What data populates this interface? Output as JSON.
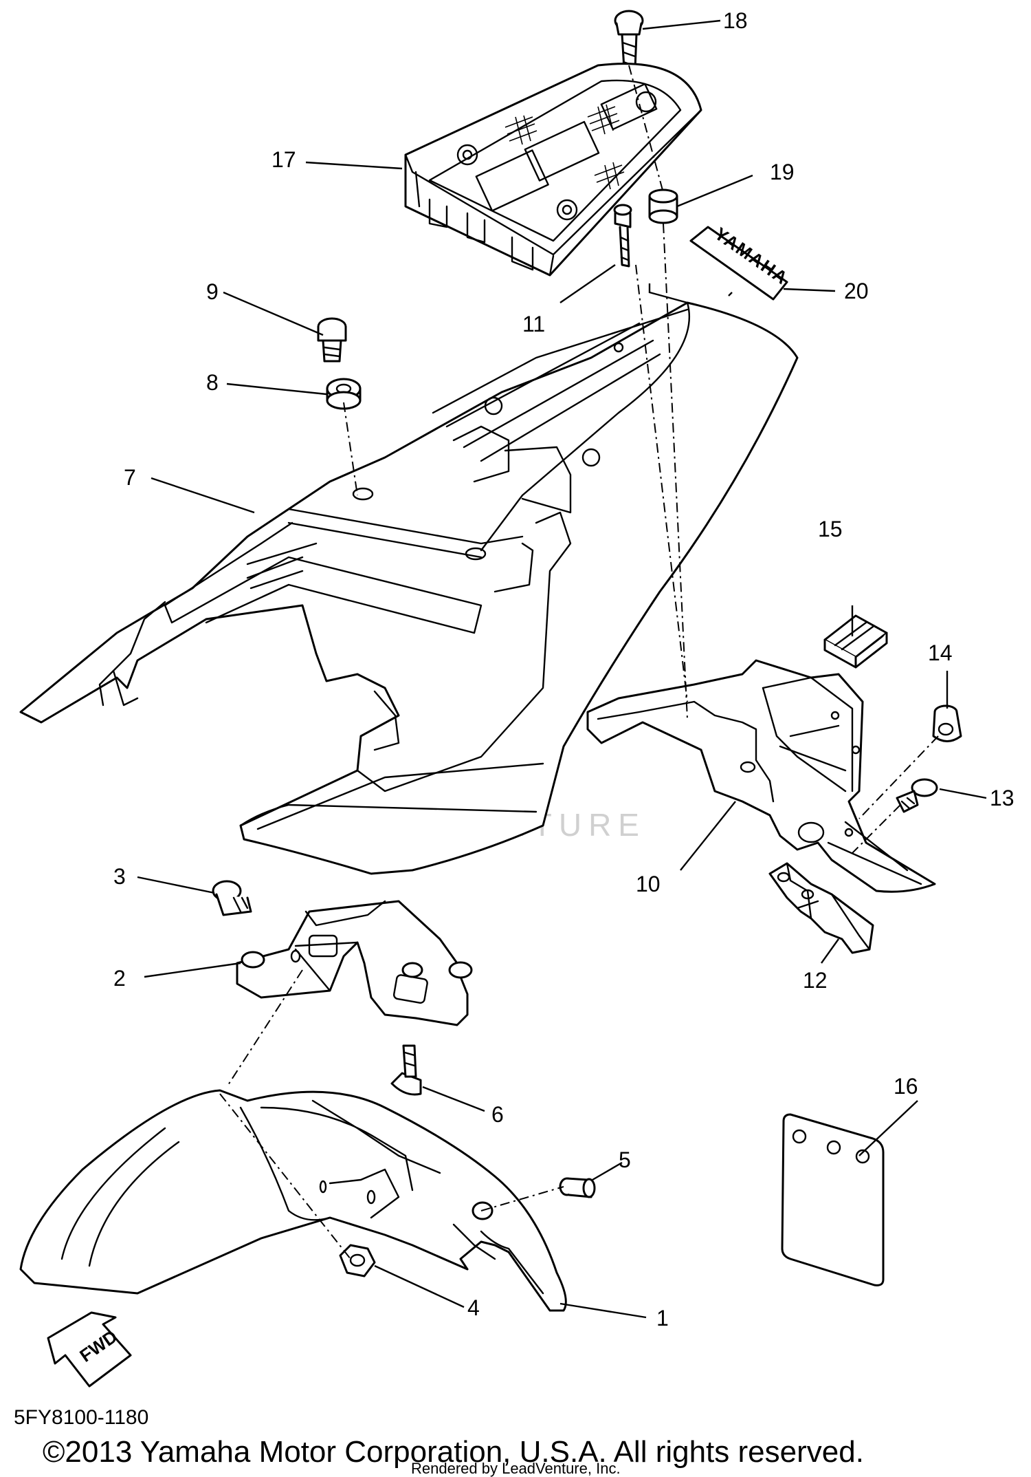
{
  "diagram": {
    "callouts": [
      {
        "number": "1",
        "label": "1"
      },
      {
        "number": "2",
        "label": "2"
      },
      {
        "number": "3",
        "label": "3"
      },
      {
        "number": "4",
        "label": "4"
      },
      {
        "number": "5",
        "label": "5"
      },
      {
        "number": "6",
        "label": "6"
      },
      {
        "number": "7",
        "label": "7"
      },
      {
        "number": "8",
        "label": "8"
      },
      {
        "number": "9",
        "label": "9"
      },
      {
        "number": "10",
        "label": "10"
      },
      {
        "number": "11",
        "label": "11"
      },
      {
        "number": "12",
        "label": "12"
      },
      {
        "number": "13",
        "label": "13"
      },
      {
        "number": "14",
        "label": "14"
      },
      {
        "number": "15",
        "label": "15"
      },
      {
        "number": "16",
        "label": "16"
      },
      {
        "number": "17",
        "label": "17"
      },
      {
        "number": "18",
        "label": "18"
      },
      {
        "number": "19",
        "label": "19"
      },
      {
        "number": "20",
        "label": "20"
      }
    ],
    "decal_text": "YAMAHA",
    "fwd_label": "FWD",
    "watermark": "LEADVENTURE",
    "diagram_code": "5FY8100-1180",
    "copyright": "©2013 Yamaha Motor Corporation, U.S.A. All rights reserved.",
    "rendered_by": "Rendered by LeadVenture, Inc."
  },
  "colors": {
    "line": "#000000",
    "background": "#ffffff",
    "watermark": "#d0d0d0"
  }
}
